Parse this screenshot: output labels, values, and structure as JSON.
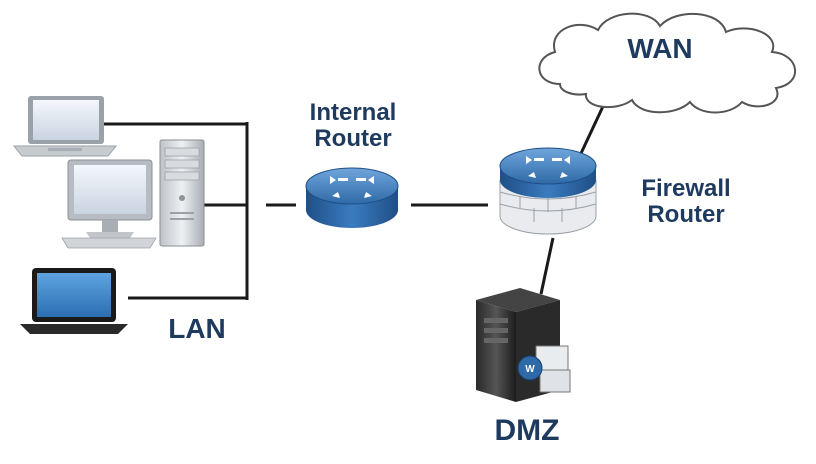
{
  "labels": {
    "wan": "WAN",
    "internal_router": [
      "Internal",
      "Router"
    ],
    "firewall_router": [
      "Firewall",
      "Router"
    ],
    "lan": "LAN",
    "dmz": "DMZ"
  },
  "icons": {
    "laptop_top": "laptop-icon",
    "desktop": "desktop-computer-icon",
    "tower": "tower-pc-icon",
    "laptop_bottom": "laptop-icon",
    "internal_router": "router-icon",
    "firewall_router": "firewall-router-icon",
    "cloud": "cloud-icon",
    "server": "server-icon"
  },
  "colors": {
    "label": "#1f3a5f",
    "router_blue": "#3a7bbf",
    "line": "#1a1a1a"
  }
}
